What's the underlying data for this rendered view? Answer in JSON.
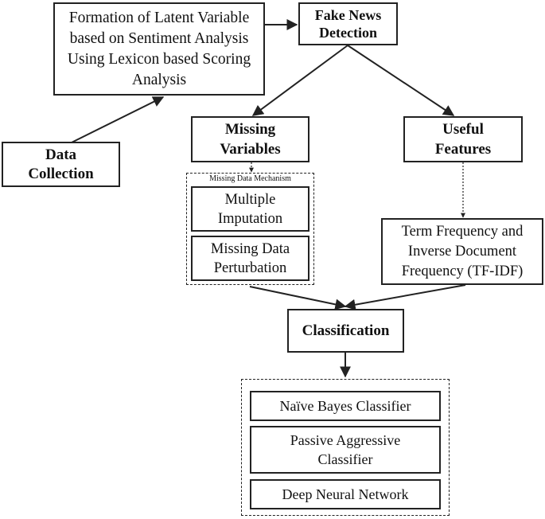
{
  "nodes": {
    "latent": "Formation of Latent Variable based on Sentiment Analysis Using Lexicon based Scoring Analysis",
    "fake_news": "Fake News Detection",
    "data_collection": "Data Collection",
    "missing_variables": "Missing Variables",
    "useful_features": "Useful Features",
    "tfidf": "Term Frequency and Inverse Document Frequency (TF-IDF)",
    "classification": "Classification"
  },
  "missing_mechanism": {
    "title": "Missing Data Mechanism",
    "items": [
      "Multiple Imputation",
      "Missing Data Perturbation"
    ]
  },
  "classifiers": [
    "Naïve Bayes Classifier",
    "Passive Aggressive Classifier",
    "Deep Neural Network"
  ],
  "colors": {
    "line": "#222222",
    "background": "#ffffff"
  }
}
